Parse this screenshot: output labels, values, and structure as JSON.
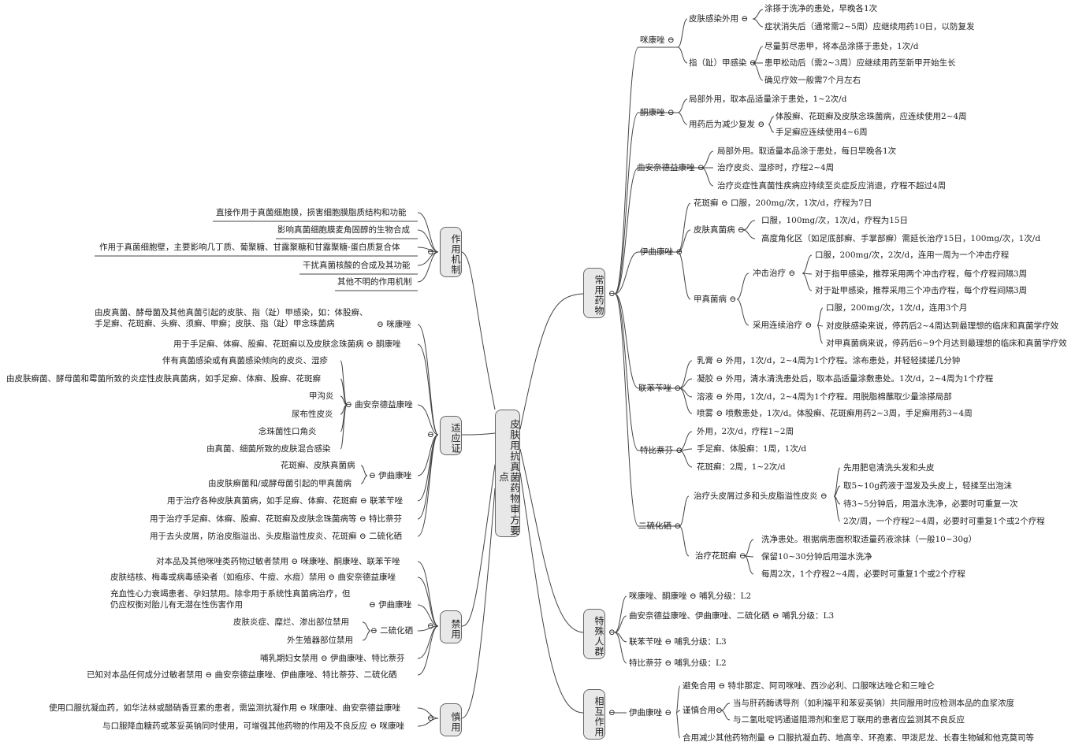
{
  "center": "皮肤用抗真菌药物审方要点",
  "branches": {
    "common": "常用药物",
    "special": "特殊人群",
    "interact": "相互作用",
    "mech": "作用机制",
    "indic": "适应证",
    "contra": "禁用",
    "caution": "慎用"
  },
  "right": {
    "mkz": "咪康唑",
    "mkz_skin": "皮肤感染外用",
    "mkz_s1": "涂搽于洗净的患处，早晚各1次",
    "mkz_s2": "症状消失后（通常需2~5周）应继续用药10日，以防复发",
    "mkz_nail": "指（趾）甲感染",
    "mkz_n1": "尽量剪尽患甲，将本品涂搽于患处，1次/d",
    "mkz_n2": "患甲松动后（需2~3周）应继续用药至新甲开始生长",
    "mkz_n3": "确见疗效一般需7个月左右",
    "tkz": "酮康唑",
    "tkz_1": "局部外用，取本品适量涂于患处，1~2次/d",
    "tkz_2": "用药后为减少复发",
    "tkz_2a": "体股癣、花斑癣及皮肤念珠菌病，应连续使用2~4周",
    "tkz_2b": "手足癣应连续使用4~6周",
    "qands": "曲安奈德益康唑",
    "qands_1": "局部外用。取适量本品涂于患处，每日早晚各1次",
    "qands_2": "治疗皮炎、湿疹时，疗程2~4周",
    "qands_3": "治疗炎症性真菌性疾病应持续至炎症反应消退，疗程不超过4周",
    "yqkz": "伊曲康唑",
    "yq_hb": "花斑癣",
    "yq_hb_t": "口服，200mg/次，1次/d，疗程为7日",
    "yq_pf": "皮肤真菌病",
    "yq_pf1": "口服，100mg/次，1次/d，疗程为15日",
    "yq_pf2": "高度角化区（如足底部癣、手掌部癣）需延长治疗15日，100mg/次，1次/d",
    "yq_jz": "甲真菌病",
    "yq_cj": "冲击治疗",
    "yq_cj1": "口服，200mg/次，2次/d，连用一周为一个冲击疗程",
    "yq_cj2": "对于指甲感染，推荐采用两个冲击疗程，每个疗程间隔3周",
    "yq_cj3": "对于趾甲感染，推荐采用三个冲击疗程，每个疗程间隔3周",
    "yq_lx": "采用连续治疗",
    "yq_lx1": "口服，200mg/次，1次/d，连用3个月",
    "yq_lx2": "对皮肤感染来说，停药后2~4周达到最理想的临床和真菌学疗效",
    "yq_lx3": "对甲真菌病来说，停药后6~9个月达到最理想的临床和真菌学疗效",
    "lbbz": "联苯苄唑",
    "lb_1": "乳膏",
    "lb_1t": "外用，1次/d，2~4周为1个疗程。涂布患处，并轻轻揉搓几分钟",
    "lb_2": "凝胶",
    "lb_2t": "外用，清水清洗患处后，取本品适量涂敷患处。1次/d，2~4周为1个疗程",
    "lb_3": "溶液",
    "lb_3t": "外用，1次/d，2~4周为1个疗程。用脱脂棉蘸取少量涂搽局部",
    "lb_4": "喷雾",
    "lb_4t": "喷敷患处，1次/d。体股癣、花斑癣用药2~3周，手足癣用药3~4周",
    "tbnf": "特比萘芬",
    "tb_1": "外用，2次/d，疗程1~2周",
    "tb_2": "手足癣、体股癣：1周，1次/d",
    "tb_3": "花斑癣：2周，1~2次/d",
    "elhx": "二硫化硒",
    "el_tp": "治疗头皮屑过多和头皮脂溢性皮炎",
    "el_tp1": "先用肥皂清洗头发和头皮",
    "el_tp2": "取5~10g药液于湿发及头皮上，轻揉至出泡沫",
    "el_tp3": "待3~5分钟后，用温水洗净，必要时可重复一次",
    "el_tp4": "2次/周，一个疗程2~4周，必要时可重复1个或2个疗程",
    "el_hb": "治疗花斑癣",
    "el_hb1": "洗净患处。根据病患面积取适量药液涂抹（一般10~30g）",
    "el_hb2": "保留10~30分钟后用温水洗净",
    "el_hb3": "每周2次，1个疗程2~4周，必要时可重复1个或2个疗程",
    "sp_1": "咪康唑、酮康唑",
    "sp_1t": "哺乳分级：L2",
    "sp_2": "曲安奈德益康唑、伊曲康唑、二硫化硒",
    "sp_2t": "哺乳分级：L3",
    "sp_3": "联苯苄唑",
    "sp_3t": "哺乳分级：L3",
    "sp_4": "特比萘芬",
    "sp_4t": "哺乳分级：L2",
    "it_drug": "伊曲康唑",
    "it_avoid": "避免合用",
    "it_avoid_t": "特非那定、阿司咪唑、西沙必利、口服咪达唑仑和三唑仑",
    "it_care": "谨慎合用",
    "it_care1": "当与肝药酶诱导剂（如利福平和苯妥英钠）共同服用时应检测本品的血浆浓度",
    "it_care2": "与二氢吡啶钙通道阻滞剂和奎尼丁联用的患者应监测其不良反应",
    "it_red": "合用减少其他药物剂量",
    "it_red_t": "口服抗凝血药、地高辛、环孢素、甲泼尼龙、长春生物碱和他克莫司等"
  },
  "left": {
    "mech_1": "直接作用于真菌细胞膜，损害细胞膜脂质结构和功能",
    "mech_2": "影响真菌细胞膜麦角固醇的生物合成",
    "mech_3": "作用于真菌细胞壁，主要影响几丁质、葡聚糖、甘露聚糖和甘露聚糖-蛋白质复合体",
    "mech_4": "干扰真菌核酸的合成及其功能",
    "mech_5": "其他不明的作用机制",
    "ind_mkz_t1": "由皮真菌、酵母菌及其他真菌引起的皮肤、指（趾）甲感染，如：体股癣、",
    "ind_mkz_t2": "手足癣、花斑癣、头癣、须癣、甲癣；皮肤、指（趾）甲念珠菌病",
    "ind_mkz": "咪康唑",
    "ind_tkz_t": "用于手足癣、体癣、股癣、花斑癣以及皮肤念珠菌病",
    "ind_tkz": "酮康唑",
    "ind_q1": "伴有真菌感染或有真菌感染倾向的皮炎、湿疹",
    "ind_q2": "由皮肤癣菌、酵母菌和霉菌所致的炎症性皮肤真菌病，如手足癣、体癣、股癣、花斑癣",
    "ind_q3": "甲沟炎",
    "ind_q4": "尿布性皮炎",
    "ind_q5": "念珠菌性口角炎",
    "ind_q6": "由真菌、细菌所致的皮肤混合感染",
    "ind_q": "曲安奈德益康唑",
    "ind_y1": "花斑癣、皮肤真菌病",
    "ind_y2": "由皮肤癣菌和/或酵母菌引起的甲真菌病",
    "ind_y": "伊曲康唑",
    "ind_lb_t": "用于治疗各种皮肤真菌病，如手足癣、体癣、花斑癣",
    "ind_lb": "联苯苄唑",
    "ind_tb_t": "用于治疗手足癣、体癣、股癣、花斑癣及皮肤念珠菌病等",
    "ind_tb": "特比萘芬",
    "ind_el_t": "用于去头皮屑，防治皮脂溢出、头皮脂溢性皮炎、花斑癣",
    "ind_el": "二硫化硒",
    "con_1t": "对本品及其他咪唑类药物过敏者禁用",
    "con_1": "咪康唑、酮康唑、联苯苄唑",
    "con_2t": "皮肤结核、梅毒或病毒感染者（如疱疹、牛痘、水痘）禁用",
    "con_2": "曲安奈德益康唑",
    "con_3t1": "充血性心力衰竭患者、孕妇禁用。除非用于系统性真菌病治疗，但",
    "con_3t2": "仍应权衡对胎儿有无潜在性伤害作用",
    "con_3": "伊曲康唑",
    "con_4a": "皮肤炎症、糜烂、渗出部位禁用",
    "con_4b": "外生殖器部位禁用",
    "con_4": "二硫化硒",
    "con_5t": "哺乳期妇女禁用",
    "con_5": "伊曲康唑、特比萘芬",
    "con_6t": "已知对本品任何成分过敏者禁用",
    "con_6": "曲安奈德益康唑、伊曲康唑、特比萘芬、二硫化硒",
    "cau_1t": "使用口服抗凝血药，如华法林或醋硝香豆素的患者，需监测抗凝作用",
    "cau_1": "咪康唑、曲安奈德益康唑",
    "cau_2t": "与口服降血糖药或苯妥英钠同时使用，可增强其他药物的作用及不良反应",
    "cau_2": "咪康唑"
  }
}
